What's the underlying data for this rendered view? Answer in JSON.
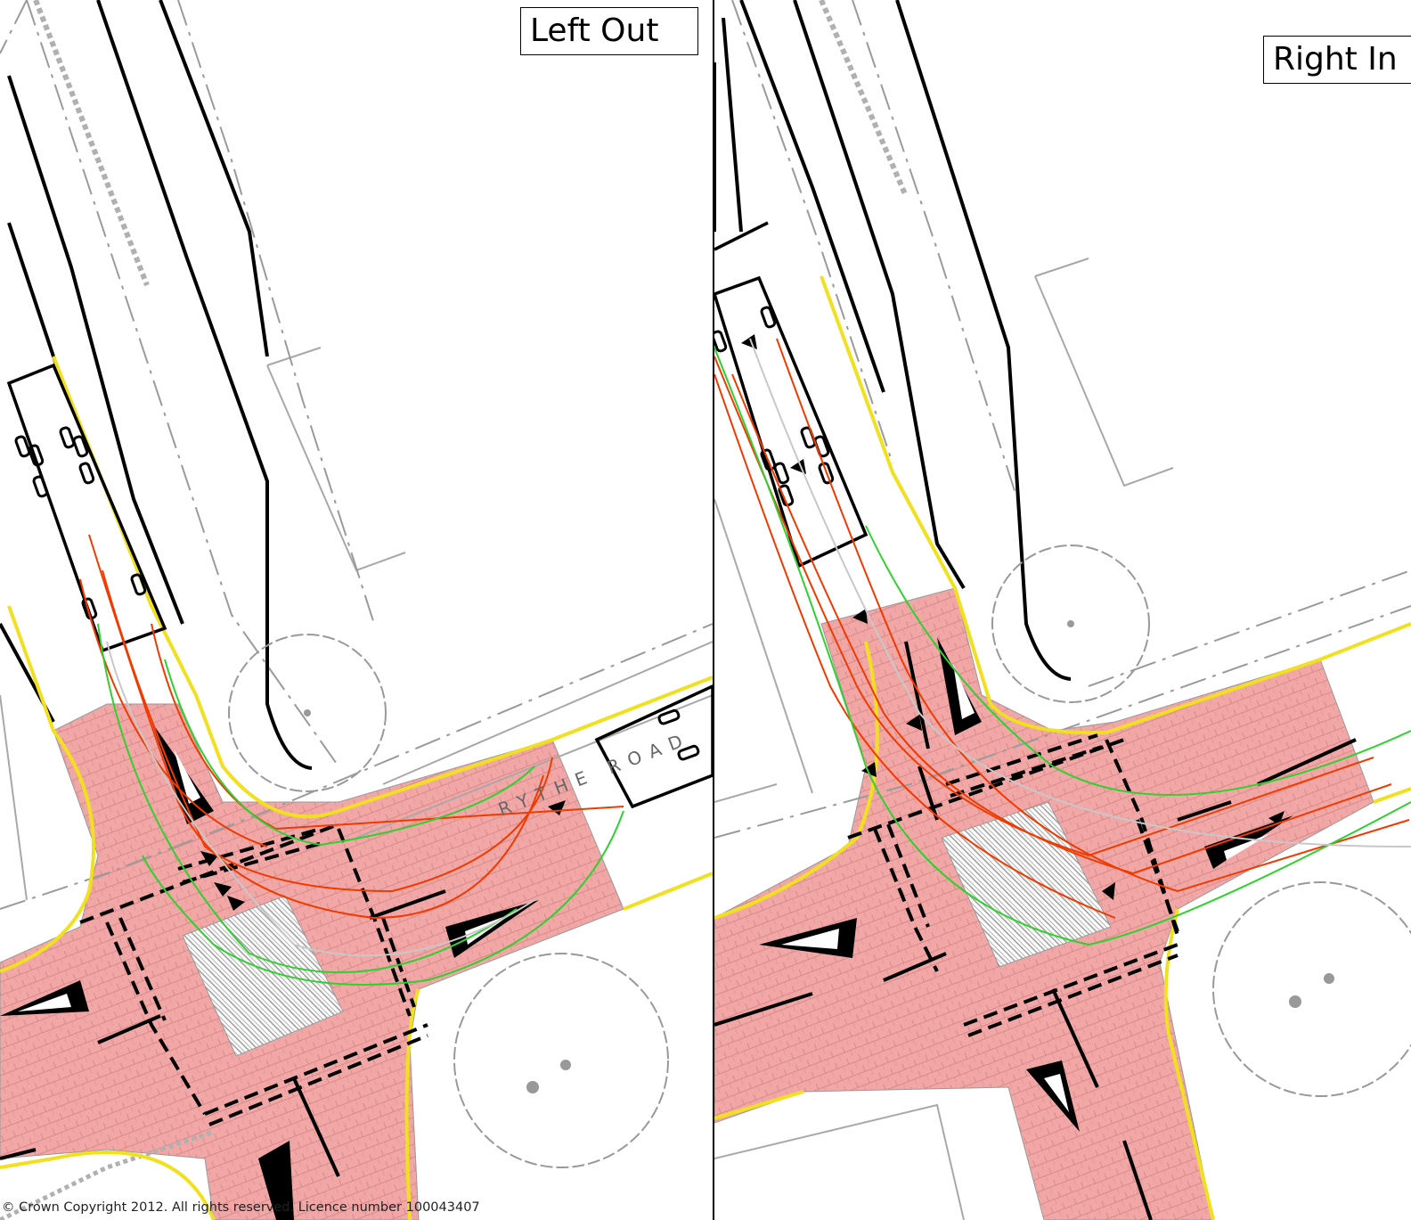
{
  "panels": {
    "left": {
      "label": "Left Out"
    },
    "right": {
      "label": "Right In"
    }
  },
  "road_name": "RYTHE ROAD",
  "copyright": "© Crown Copyright 2012. All rights reserved. Licence number 100043407",
  "colors": {
    "raised_table": "#f2a7a7",
    "hatch": "#c8c8c8",
    "kerb_line": "#f0e020",
    "path_red": "#f03a00",
    "path_green": "#2fd02f",
    "grey_line": "#a0a0a0"
  },
  "icons": [
    "tree-canopy-icon",
    "give-way-triangle-icon",
    "direction-arrow-icon",
    "bus-icon"
  ]
}
